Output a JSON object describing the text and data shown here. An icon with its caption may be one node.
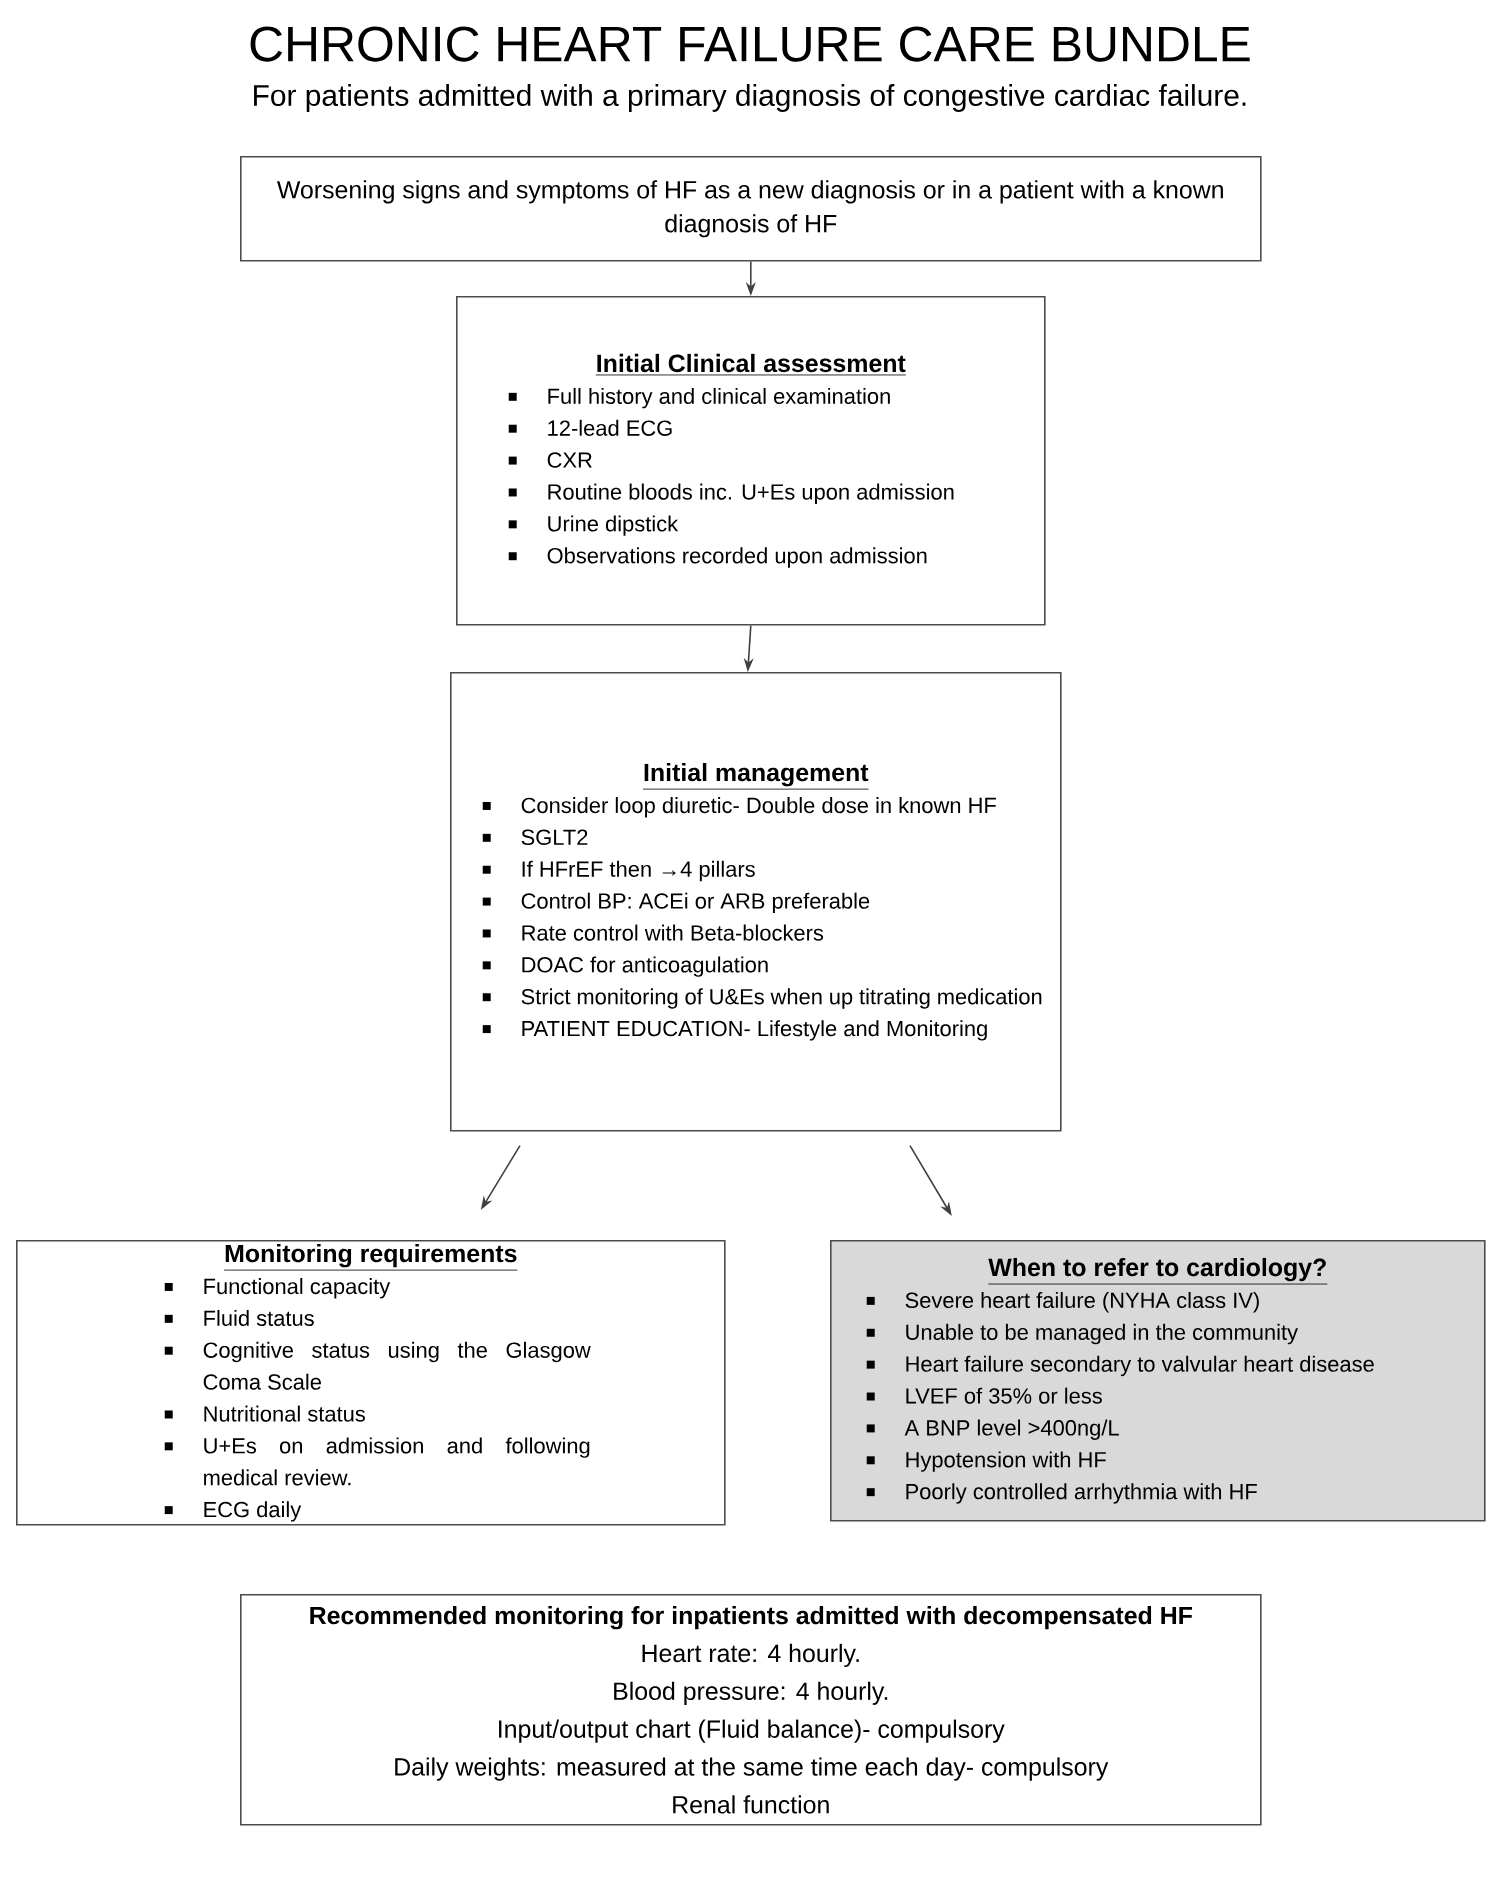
{
  "diagram": {
    "title": "CHRONIC HEART FAILURE CARE BUNDLE",
    "labels": [
      "For patients admitted with a primary diagnosis of congestive cardiac failure."
    ],
    "nodes": [
      {
        "text": [
          "Worsening signs and symptoms of HF as a new diagnosis or in a patient with a known diagnosis of HF"
        ]
      },
      {
        "text": [
          "Initial Clinical assessment",
          "Full history and clinical examination",
          "12-lead ECG",
          "CXR",
          "Routine bloods inc. U+Es upon admission",
          "Urine dipstick",
          "Observations recorded upon admission"
        ]
      },
      {
        "text": [
          "Initial management",
          "Consider loop diuretic- Double dose in known HF",
          "SGLT2",
          "If HFrEF then →4 pillars",
          "Control BP: ACEi or ARB preferable",
          "Rate control with Beta-blockers",
          "DOAC for anticoagulation",
          "Strict monitoring of U&Es when up titrating medication",
          "PATIENT EDUCATION- Lifestyle and Monitoring"
        ]
      },
      {
        "text": [
          "Monitoring requirements",
          "Functional capacity",
          "Fluid status",
          "Cognitive status using the Glasgow Coma Scale",
          "Nutritional status",
          "U+Es on admission and following medical review.",
          "ECG daily"
        ]
      },
      {
        "text": [
          "When to refer to cardiology?",
          "Severe heart failure (NYHA class IV)",
          "Unable to be managed in the community",
          "Heart failure secondary to valvular heart disease",
          "LVEF of 35% or less",
          "A BNP level >400ng/L",
          "Hypotension with HF",
          "Poorly controlled arrhythmia with HF"
        ]
      },
      {
        "text": [
          "Recommended monitoring for inpatients admitted with decompensated HF",
          "Heart rate: 4 hourly.",
          "Blood pressure: 4 hourly.",
          "Input/output chart (Fluid balance)- compulsory",
          "Daily weights: measured at the same time each day- compulsory",
          "Renal function"
        ]
      }
    ],
    "edges": [
      {
        "from": 0,
        "to": 1,
        "arrow": "to"
      },
      {
        "from": 1,
        "to": 2,
        "arrow": "to"
      },
      {
        "from": 2,
        "to": 3,
        "arrow": "to"
      },
      {
        "from": 2,
        "to": 4,
        "arrow": "to"
      }
    ]
  }
}
